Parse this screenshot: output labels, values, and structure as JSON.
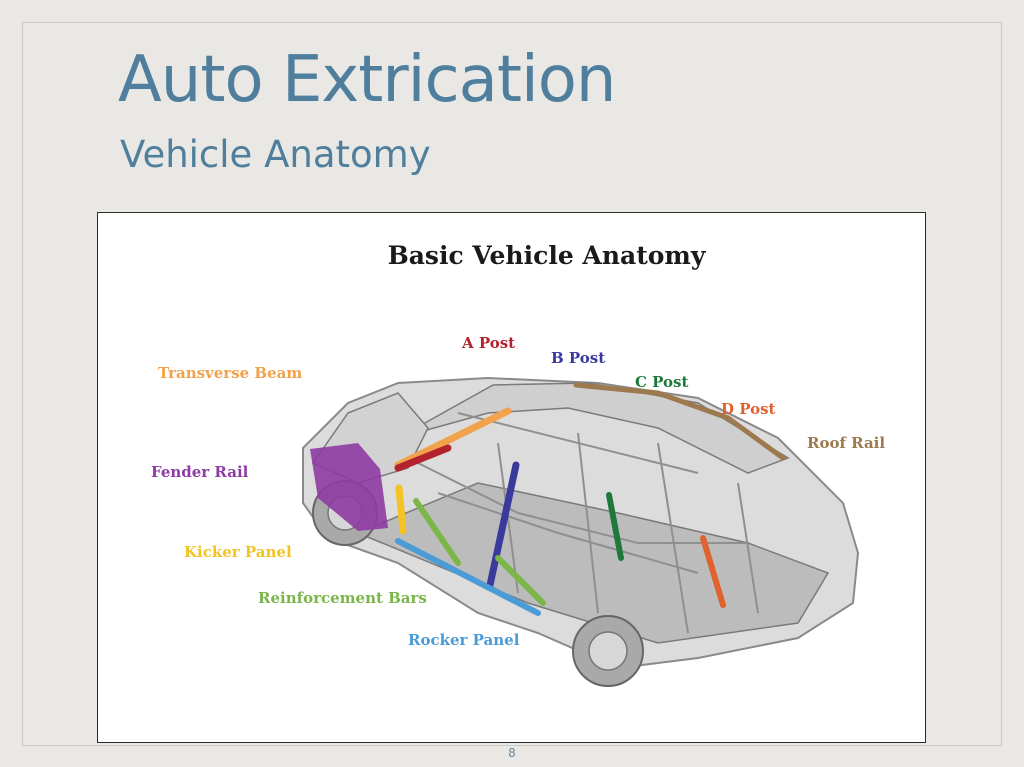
{
  "slide": {
    "title": "Auto Extrication",
    "subtitle": "Vehicle Anatomy",
    "page_number": "8"
  },
  "figure": {
    "title": "Basic Vehicle Anatomy",
    "labels": {
      "a_post": {
        "text": "A Post",
        "color": "#b3232e"
      },
      "b_post": {
        "text": "B Post",
        "color": "#3a3a9c"
      },
      "c_post": {
        "text": "C Post",
        "color": "#1f7a3a"
      },
      "d_post": {
        "text": "D Post",
        "color": "#e0622e"
      },
      "roof_rail": {
        "text": "Roof Rail",
        "color": "#9c7a4e"
      },
      "transverse_beam": {
        "text": "Transverse Beam",
        "color": "#f1a24a"
      },
      "fender_rail": {
        "text": "Fender Rail",
        "color": "#8e3ba3"
      },
      "kicker_panel": {
        "text": "Kicker Panel",
        "color": "#f3c223"
      },
      "reinforcement_bars": {
        "text": "Reinforcement Bars",
        "color": "#7ab648"
      },
      "rocker_panel": {
        "text": "Rocker Panel",
        "color": "#4a9bd6"
      }
    }
  }
}
